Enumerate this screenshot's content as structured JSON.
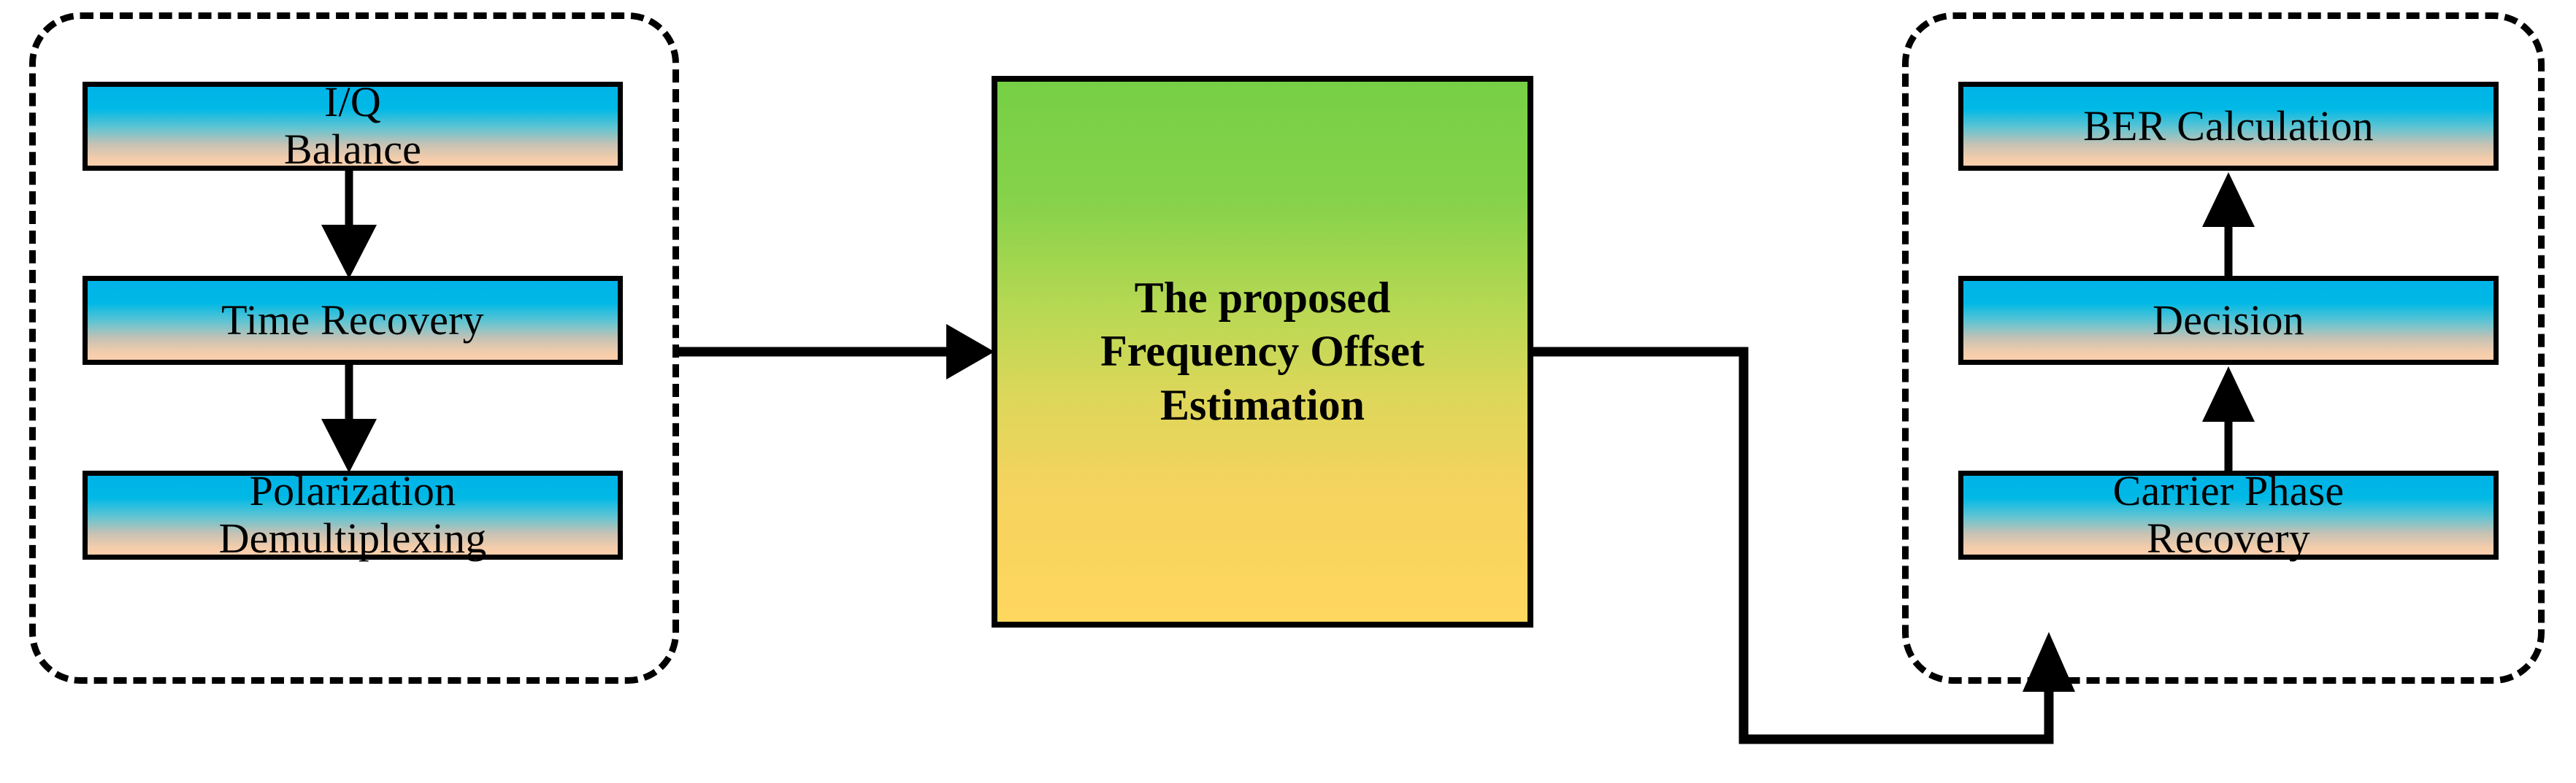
{
  "diagram": {
    "title": "DSP chain block diagram with proposed frequency offset estimation",
    "colors": {
      "box_gradient_top": "#00b3e8",
      "box_gradient_bottom": "#f9cfae",
      "center_gradient_top": "#76d046",
      "center_gradient_bottom": "#ffd75f",
      "stroke": "#000000",
      "background": "#ffffff"
    },
    "left_group": {
      "border_style": "dashed-rounded",
      "blocks": [
        {
          "id": "iq-balance",
          "line1": "I/Q",
          "line2": "Balance"
        },
        {
          "id": "time-recovery",
          "line1": "Time Recovery",
          "line2": ""
        },
        {
          "id": "polarization",
          "line1": "Polarization",
          "line2": "Demultiplexing"
        }
      ]
    },
    "center_block": {
      "id": "proposed-frequency-offset-estimation",
      "line1": "The proposed",
      "line2": "Frequency Offset",
      "line3": "Estimation",
      "bold": true
    },
    "right_group": {
      "border_style": "dashed-rounded",
      "blocks": [
        {
          "id": "ber-calculation",
          "line1": "BER Calculation",
          "line2": ""
        },
        {
          "id": "decision",
          "line1": "Decision",
          "line2": ""
        },
        {
          "id": "carrier-phase-recovery",
          "line1": "Carrier Phase",
          "line2": "Recovery"
        }
      ]
    },
    "connectors": [
      {
        "id": "iq-to-time",
        "from": "iq-balance",
        "to": "time-recovery",
        "direction": "down"
      },
      {
        "id": "time-to-pol",
        "from": "time-recovery",
        "to": "polarization",
        "direction": "down"
      },
      {
        "id": "left-to-center",
        "from": "left-group",
        "to": "center_block",
        "direction": "right"
      },
      {
        "id": "center-to-right",
        "from": "center_block",
        "to": "right-group",
        "direction": "routed-up"
      },
      {
        "id": "cpr-to-decision",
        "from": "carrier-phase-recovery",
        "to": "decision",
        "direction": "up"
      },
      {
        "id": "decision-to-ber",
        "from": "decision",
        "to": "ber-calculation",
        "direction": "up"
      }
    ]
  }
}
